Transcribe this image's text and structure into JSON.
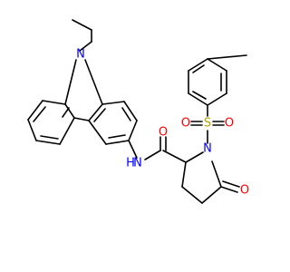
{
  "molecule": {
    "atoms": {
      "n_carbazole": "N",
      "nh": "N",
      "h_amide": "H",
      "o_amide": "O",
      "n_pyrrolidine": "N",
      "s_sulfonyl": "S",
      "o_sulfonyl_top": "O",
      "o_sulfonyl_bottom": "O",
      "o_ketone": "O"
    },
    "colors": {
      "bond": "#000000",
      "nitrogen": "#0000ff",
      "oxygen": "#ff0000",
      "sulfur": "#b8a000"
    }
  }
}
